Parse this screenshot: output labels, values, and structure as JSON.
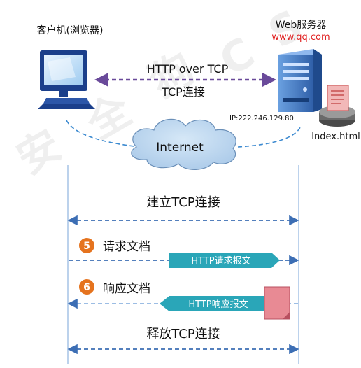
{
  "nodes": {
    "client_label": "客户机(浏览器)",
    "server_label": "Web服务器",
    "server_domain": "www.qq.com",
    "server_ip": "IP:222.246.129.80",
    "file_label": "Index.html",
    "internet_label": "Internet"
  },
  "connection": {
    "protocol": "HTTP over TCP",
    "tcp_label": "TCP连接"
  },
  "sequence": {
    "establish": "建立TCP连接",
    "request": {
      "step": "5",
      "label": "请求文档",
      "message": "HTTP请求报文"
    },
    "response": {
      "step": "6",
      "label": "响应文档",
      "message": "HTTP响应报文"
    },
    "release": "释放TCP连接"
  },
  "colors": {
    "accent_red": "#e02020",
    "purple_link": "#6a4a9a",
    "blue_line": "#3c6eb4",
    "step_orange": "#e5731e",
    "message_box": "#2aa6b8"
  }
}
